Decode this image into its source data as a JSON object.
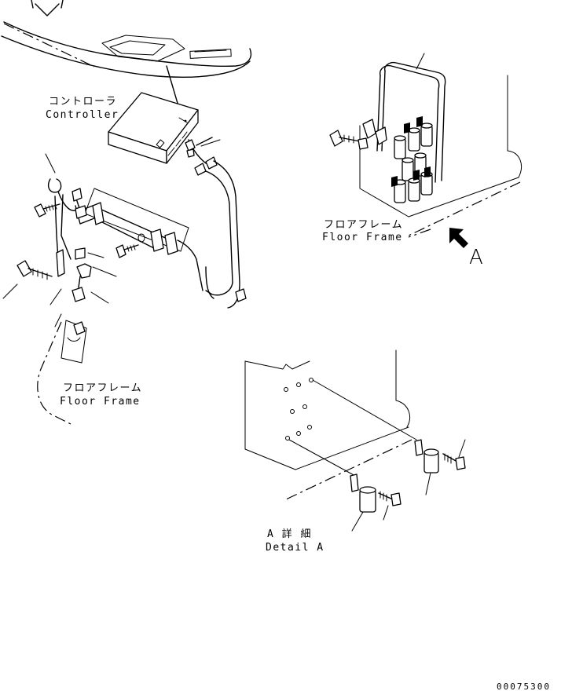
{
  "labels": {
    "controller_jp": "コントローラ",
    "controller_en": "Controller",
    "floor_frame_jp": "フロアフレーム",
    "floor_frame_en": "Floor Frame",
    "view_letter": "A",
    "detail_jp": "A 詳 細",
    "detail_en": "Detail A",
    "drawing_code": "00075300"
  }
}
